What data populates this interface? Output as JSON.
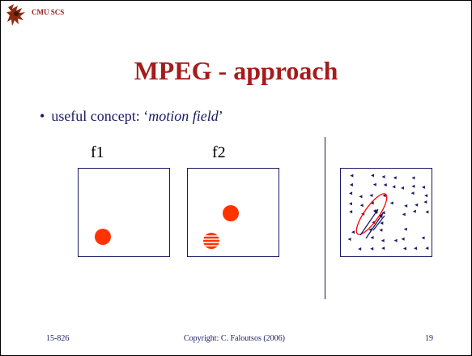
{
  "header": {
    "label": "CMU SCS",
    "logo_icon": "dragon-logo-icon"
  },
  "title": "MPEG - approach",
  "bullet": {
    "prefix": "useful concept: ",
    "open_quote": "‘",
    "italic": "motion field",
    "close_quote": "’"
  },
  "frames": {
    "f1_label": "f1",
    "f2_label": "f2"
  },
  "colors": {
    "title": "#a51c1c",
    "text": "#1a1a66",
    "ball": "#ff3300",
    "ellipse": "#ff0000"
  },
  "footer": {
    "course": "15-826",
    "copyright": "Copyright: C. Faloutsos (2006)",
    "page": "19"
  }
}
